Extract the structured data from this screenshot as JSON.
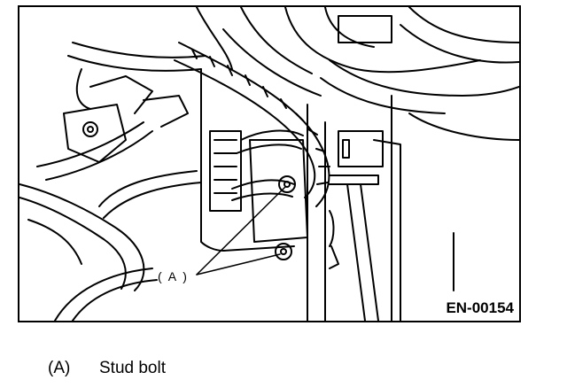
{
  "figure": {
    "callout_label": "( A )",
    "figure_id": "EN-00154"
  },
  "legend": [
    {
      "key": "(A)",
      "description": "Stud bolt"
    }
  ]
}
